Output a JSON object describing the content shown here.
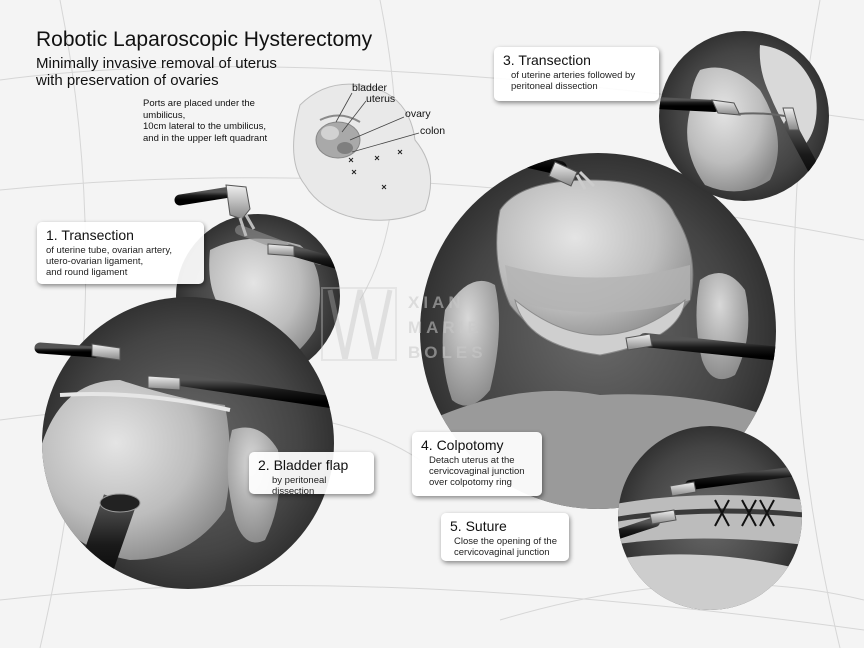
{
  "title": "Robotic Laparoscopic Hysterectomy",
  "subtitle_line1": "Minimally invasive removal of uterus",
  "subtitle_line2": "with preservation of ovaries",
  "ports_note": {
    "line1": "Ports are placed under the umbilicus,",
    "line2": "10cm lateral to the umbilicus,",
    "line3": "and in the upper left quadrant"
  },
  "anatomy_labels": {
    "bladder": "bladder",
    "uterus": "uterus",
    "ovary": "ovary",
    "colon": "colon"
  },
  "steps": [
    {
      "title": "1. Transection",
      "lines": [
        "of uterine tube, ovarian artery,",
        "utero-ovarian ligament,",
        "and round ligament"
      ]
    },
    {
      "title": "2. Bladder flap",
      "lines": [
        "by peritoneal dissection"
      ]
    },
    {
      "title": "3. Transection",
      "lines": [
        "of uterine arteries followed by",
        "peritoneal dissection"
      ]
    },
    {
      "title": "4. Colpotomy",
      "lines": [
        "Detach uterus at the",
        "cervicovaginal junction",
        "over colpotomy ring"
      ]
    },
    {
      "title": "5. Suture",
      "lines": [
        "Close the opening of the",
        "cervicovaginal junction"
      ]
    }
  ],
  "watermark": {
    "line1": "XIAN",
    "line2": "MARIE",
    "line3": "BOLES"
  },
  "colors": {
    "background": "#f4f4f4",
    "circle_dark": "#3a3a3a",
    "tissue": "#c8c8c8",
    "instrument": "#1a1a1a"
  }
}
